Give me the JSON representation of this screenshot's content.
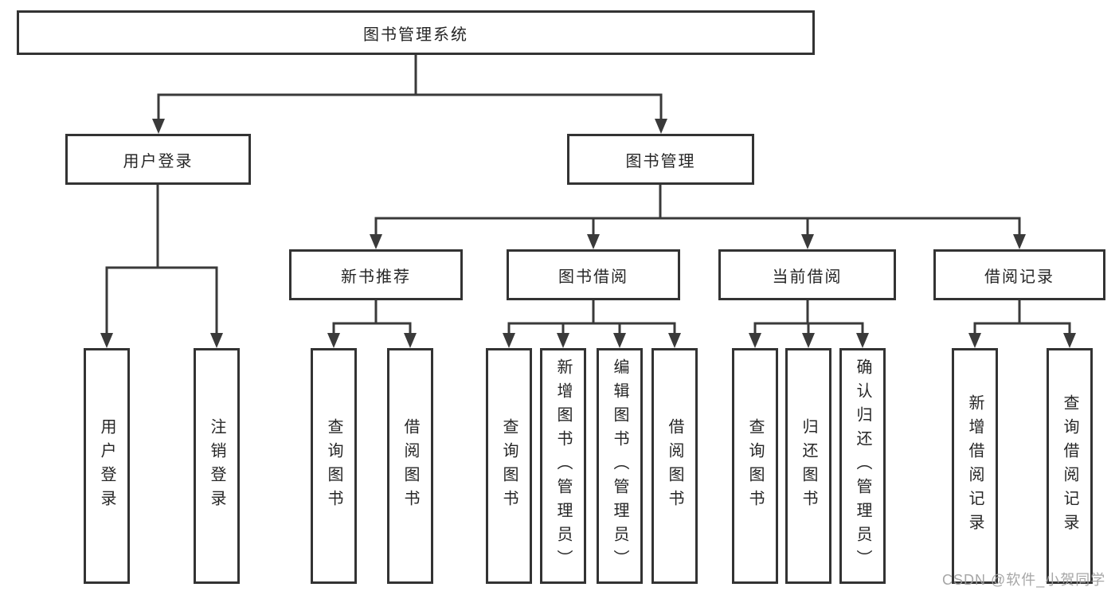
{
  "tree": {
    "root": {
      "label": "图书管理系统"
    },
    "branches": [
      {
        "label": "用户登录",
        "children": [
          {
            "label": "用户登录"
          },
          {
            "label": "注销登录"
          }
        ]
      },
      {
        "label": "图书管理",
        "children": [
          {
            "label": "新书推荐",
            "children": [
              {
                "label": "查询图书"
              },
              {
                "label": "借阅图书"
              }
            ]
          },
          {
            "label": "图书借阅",
            "children": [
              {
                "label": "查询图书"
              },
              {
                "label": "新增图书（管理员）"
              },
              {
                "label": "编辑图书（管理员）"
              },
              {
                "label": "借阅图书"
              }
            ]
          },
          {
            "label": "当前借阅",
            "children": [
              {
                "label": "查询图书"
              },
              {
                "label": "归还图书"
              },
              {
                "label": "确认归还（管理员）"
              }
            ]
          },
          {
            "label": "借阅记录",
            "children": [
              {
                "label": "新增借阅记录"
              },
              {
                "label": "查询借阅记录"
              }
            ]
          }
        ]
      }
    ]
  },
  "watermark": {
    "text": "CSDN @软件_小贺同学"
  },
  "colors": {
    "line": "#3a3a3a",
    "box_border": "#333333",
    "text": "#262626",
    "watermark": "#9e9e9e",
    "background": "#ffffff"
  }
}
